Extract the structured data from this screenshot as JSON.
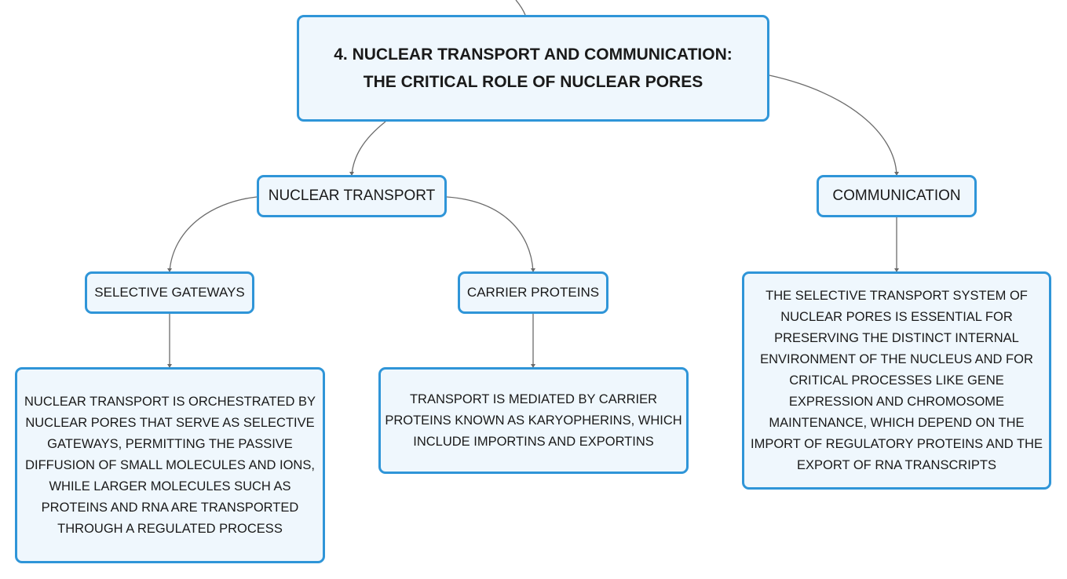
{
  "diagram": {
    "root": {
      "text": "4. NUCLEAR TRANSPORT AND COMMUNICATION:\nTHE CRITICAL ROLE OF NUCLEAR PORES"
    },
    "nuclear_transport": {
      "label": "NUCLEAR TRANSPORT",
      "selective_gateways": {
        "label": "SELECTIVE GATEWAYS",
        "description": "NUCLEAR TRANSPORT IS ORCHESTRATED BY NUCLEAR PORES THAT SERVE AS SELECTIVE GATEWAYS, PERMITTING THE PASSIVE DIFFUSION OF SMALL MOLECULES AND IONS, WHILE LARGER MOLECULES SUCH AS PROTEINS AND RNA ARE TRANSPORTED THROUGH A REGULATED PROCESS"
      },
      "carrier_proteins": {
        "label": "CARRIER PROTEINS",
        "description": "TRANSPORT IS MEDIATED BY CARRIER PROTEINS KNOWN AS KARYOPHERINS, WHICH INCLUDE IMPORTINS AND EXPORTINS"
      }
    },
    "communication": {
      "label": "COMMUNICATION",
      "description": "THE SELECTIVE TRANSPORT SYSTEM OF NUCLEAR PORES IS ESSENTIAL FOR PRESERVING THE DISTINCT INTERNAL ENVIRONMENT OF THE NUCLEUS AND FOR CRITICAL PROCESSES LIKE GENE EXPRESSION AND CHROMOSOME MAINTENANCE, WHICH DEPEND ON THE IMPORT OF REGULATORY PROTEINS AND THE EXPORT OF RNA TRANSCRIPTS"
    }
  },
  "colors": {
    "node_border": "#2f95d8",
    "node_fill": "#eff7fd",
    "connector": "#6b6b6b"
  }
}
